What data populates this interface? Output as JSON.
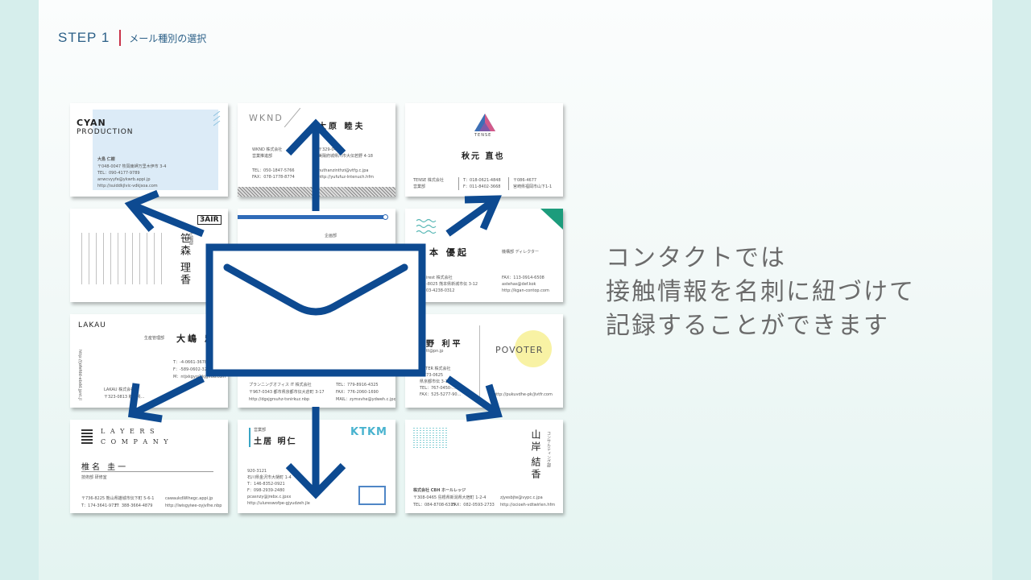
{
  "header": {
    "step": "STEP 1",
    "title": "メール種別の選択"
  },
  "main_text": [
    "コンタクトでは",
    "接触情報を名刺に紐づけて",
    "記録することができます"
  ],
  "colors": {
    "accent_blue": "#0d4a91",
    "divider_red": "#c9334a",
    "header_text": "#2b5f87"
  },
  "icons": [
    "envelope-icon",
    "arrow-icon"
  ],
  "cards": {
    "cyan": {
      "company1": "CYAN",
      "company2": "PRODUCTION",
      "name": "大島 仁樹",
      "line1": "〒048-0047 牧岡東岬万里木伊市 3-4",
      "line2": "TEL：090-4177-9789",
      "line3": "anwcvyyfe@ykwrb.appi.jp",
      "line4": "http://suiddkjlvic-vdkjsoa.com"
    },
    "wknd": {
      "logo": "WKND",
      "name": "大原 睦夫",
      "company": "WKND 株式会社",
      "dept": "営業推進部",
      "zip": "〒329-0425",
      "addr": "美陽府城県川市大伝若野 4-18",
      "tel": "TEL：050-1847-5766",
      "fax": "FAX：078-1778-8774",
      "mail": "nuthanzinthzi@vtfg.c.jpa",
      "web": "http://yufufuz-lntenuch.hfm"
    },
    "tense": {
      "logo": "TENSE",
      "name": "秋元 直也",
      "company": "TENSE 株式会社",
      "dept": "営業部",
      "tel": "T：018-0621-4848",
      "fax": "F：011-8402-3668",
      "zip": "〒086-4677",
      "addr": "宮崎県福岡市山下1-1"
    },
    "air": {
      "logo": "3AIR",
      "name1": "笹森",
      "name2": "理香",
      "dept": "広報部"
    },
    "greenlogo": {
      "name": "本 優起",
      "role": "機構部 ディレクター",
      "company": "irest 株式会社",
      "zip": "-8025 熊本県新城市伝 3-12",
      "tel": "03-4238-0312",
      "fax": "FAX：113-0914-6508",
      "mail": "astehas@def.kok",
      "web": "http://kgan-contop.com"
    },
    "middle": {
      "title": "企画部"
    },
    "lakau": {
      "logo": "LAKAU",
      "role": "生産管理部",
      "name": "大嶋 忠",
      "tel": "T：-4-0661-3678",
      "fax": "F：-589-0602-3247",
      "mail": "M：ntjxkgyo@kjgffoa.com",
      "company": "LAKAU 株式会社",
      "addr": "〒323-0813 栃木県…",
      "web": "http://jofefdd-ebdd.jpnt.jl"
    },
    "mid3": {
      "company": "プランニングオフィス IT 株式会社",
      "addr": "〒967-0343 都市県京都市伝大倉町 3-17",
      "web": "http://dgsjgrsuhz-tsnirkuz.nbp",
      "tel": "TEL：779-8916-4325",
      "fax": "FAX：776-2060-1690",
      "mail": "MAIL：zymxvhe@ydweh.c.jpq"
    },
    "povoter": {
      "logo": "POVOTER",
      "name": "野 利平",
      "mail": "tt@pn.jp",
      "company": "VOTER 株式会社",
      "zip": "〒773-0625",
      "addr": "県京都市伝 3-12",
      "tel": "TEL：767-0450-…",
      "fax": "FAX：525-5277-90…",
      "web": "http://pukuvdhe-pk/jivtfr.com"
    },
    "layers": {
      "logo1": "L A Y E R S",
      "logo2": "C O M P A N Y",
      "name": "椎名 圭一",
      "dept": "技術部 研修室",
      "addr": "〒736-8225 熊山県雄城市伝下町 5-6-1",
      "mail": "cawaukdWlhegc.appi.jp",
      "tel": "T：174-3641-9737",
      "fax": "F：388-3664-4879",
      "web": "http://lwisgyiwe-oyjvlhe.nbp"
    },
    "ktkm": {
      "logo": "KTKM",
      "dept": "営業部",
      "name": "土居 明仁",
      "zip": "920-3121",
      "addr": "石川県金沢市大樋町 1-4",
      "tel": "T：146-8352-0921",
      "fax": "F：098-2939-2480",
      "mail": "pcasnzy@jrebx.c.jpxx",
      "web": "http://ulureswofpe-gjyudzeh.jle"
    },
    "yamagishi": {
      "name1": "山岸",
      "name2": "結香",
      "role": "コンサルティング部",
      "company": "株式会社 CBH ホールレッジ",
      "addr": "〒308-0465 島根県新潟県大宿町 1-2-4",
      "tel": "TEL：084-8708-6315",
      "fax": "FAX：082-0593-2733",
      "mail": "zjyesbjte@vypc.c.jpa",
      "web": "http://ocioeh-vdtwirlen.hfm"
    }
  }
}
